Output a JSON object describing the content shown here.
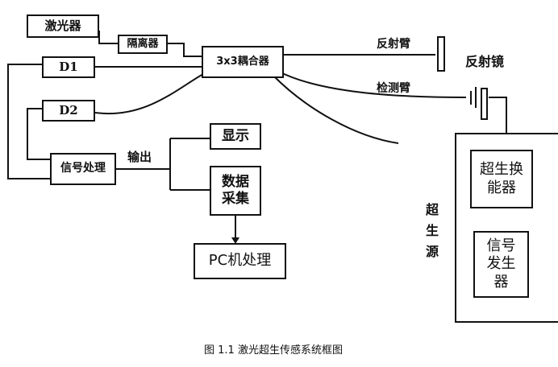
{
  "diagram": {
    "nodes": {
      "laser": "激光器",
      "isolator": "隔离器",
      "coupler": "3x3耦合器",
      "d1": "D1",
      "d2": "D2",
      "signal_processing": "信号处理",
      "display": "显示",
      "data_acquisition": "数据采集",
      "pc_processing": "PC机处理",
      "ultrasonic_transducer": "超生换能器",
      "signal_generator": "信号发生器"
    },
    "labels": {
      "reflection_arm": "反射臂",
      "reflector": "反射镜",
      "detection_arm": "检测臂",
      "output": "输出",
      "ultrasonic_source": "超生源"
    },
    "caption": "图 1.1  激光超生传感系统框图"
  }
}
